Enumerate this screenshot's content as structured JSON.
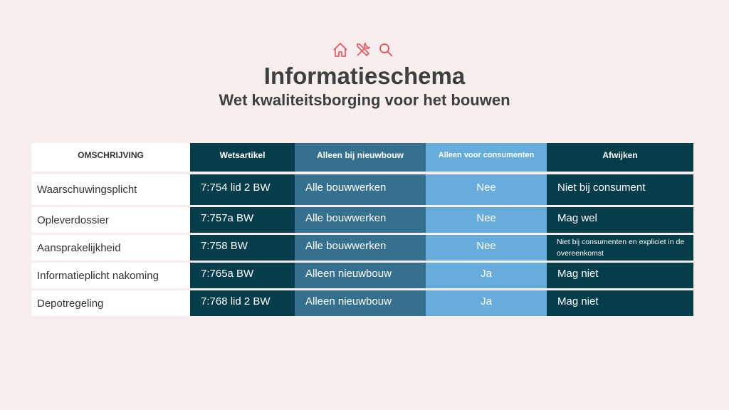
{
  "header": {
    "icons": [
      "home-icon",
      "tools-icon",
      "search-icon"
    ],
    "title": "Informatieschema",
    "subtitle": "Wet kwaliteitsborging voor het bouwen"
  },
  "colors": {
    "background": "#f8eeed",
    "dark": "#053d4a",
    "mid": "#35718e",
    "light": "#67acdb",
    "icon": "#e8515b"
  },
  "table": {
    "columns": [
      "OMSCHRIJVING",
      "Wetsartikel",
      "Alleen bij nieuwbouw",
      "Alleen voor consumenten",
      "Afwijken"
    ],
    "rows": [
      [
        "Waarschuwingsplicht",
        "7:754 lid 2 BW",
        "Alle bouwwerken",
        "Nee",
        "Niet bij consument"
      ],
      [
        "Opleverdossier",
        "7:757a BW",
        "Alle bouwwerken",
        "Nee",
        "Mag wel"
      ],
      [
        "Aansprakelijkheid",
        "7:758 BW",
        "Alle bouwwerken",
        "Nee",
        "Niet bij consumenten en expliciet in de overeenkomst"
      ],
      [
        "Informatieplicht nakoming",
        "7:765a BW",
        "Alleen nieuwbouw",
        "Ja",
        "Mag niet"
      ],
      [
        "Depotregeling",
        "7:768 lid 2 BW",
        "Alleen nieuwbouw",
        "Ja",
        "Mag niet"
      ]
    ]
  }
}
